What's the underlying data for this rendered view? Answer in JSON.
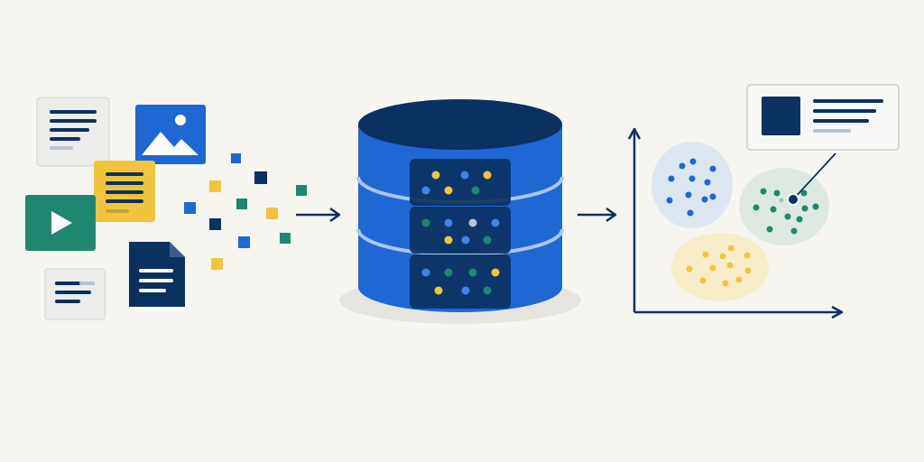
{
  "colors": {
    "background": "#f7f5f0",
    "navy": "#0b3161",
    "blue": "#1f67d3",
    "blue_light": "#3d86e6",
    "teal": "#1f8770",
    "yellow": "#f2c43c",
    "gray_card": "#ececea",
    "gray_line": "#b7c4d6",
    "cluster_blue": "#dbe6f1",
    "cluster_green": "#dde9e0",
    "cluster_yellow": "#f6ecc8"
  },
  "icons": {
    "text_document": "text-document-icon",
    "image": "image-icon",
    "note": "note-icon",
    "video": "video-icon",
    "file": "file-icon",
    "database": "database-icon",
    "arrow": "arrow-right-icon",
    "chart": "cluster-scatter-chart",
    "detail_card": "detail-card"
  },
  "clusters": [
    {
      "name": "blue",
      "point_color": "blue",
      "point_count": 11
    },
    {
      "name": "green",
      "point_color": "teal",
      "point_count": 12
    },
    {
      "name": "yellow",
      "point_color": "yellow",
      "point_count": 11
    }
  ]
}
